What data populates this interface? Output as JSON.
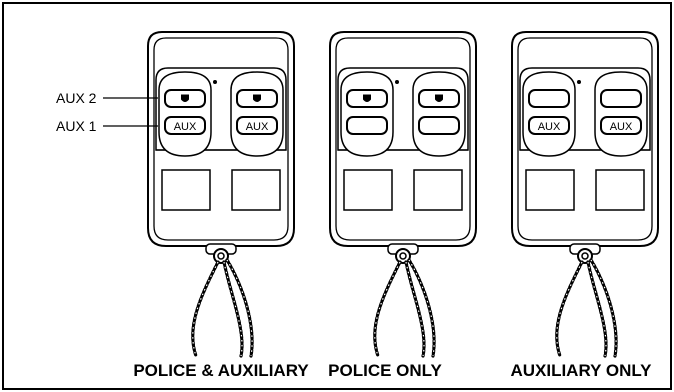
{
  "callouts": {
    "aux2": "AUX 2",
    "aux1": "AUX 1"
  },
  "remotes": [
    {
      "caption": "POLICE & AUXILIARY",
      "top_buttons": [
        "police",
        "police"
      ],
      "bottom_buttons": [
        "AUX",
        "AUX"
      ]
    },
    {
      "caption": "POLICE ONLY",
      "top_buttons": [
        "police",
        "police"
      ],
      "bottom_buttons": [
        "",
        ""
      ]
    },
    {
      "caption": "AUXILIARY ONLY",
      "top_buttons": [
        "",
        ""
      ],
      "bottom_buttons": [
        "AUX",
        "AUX"
      ]
    }
  ],
  "icons": {
    "police_symbol": "badge-icon",
    "keychain": "keychain-icon"
  }
}
